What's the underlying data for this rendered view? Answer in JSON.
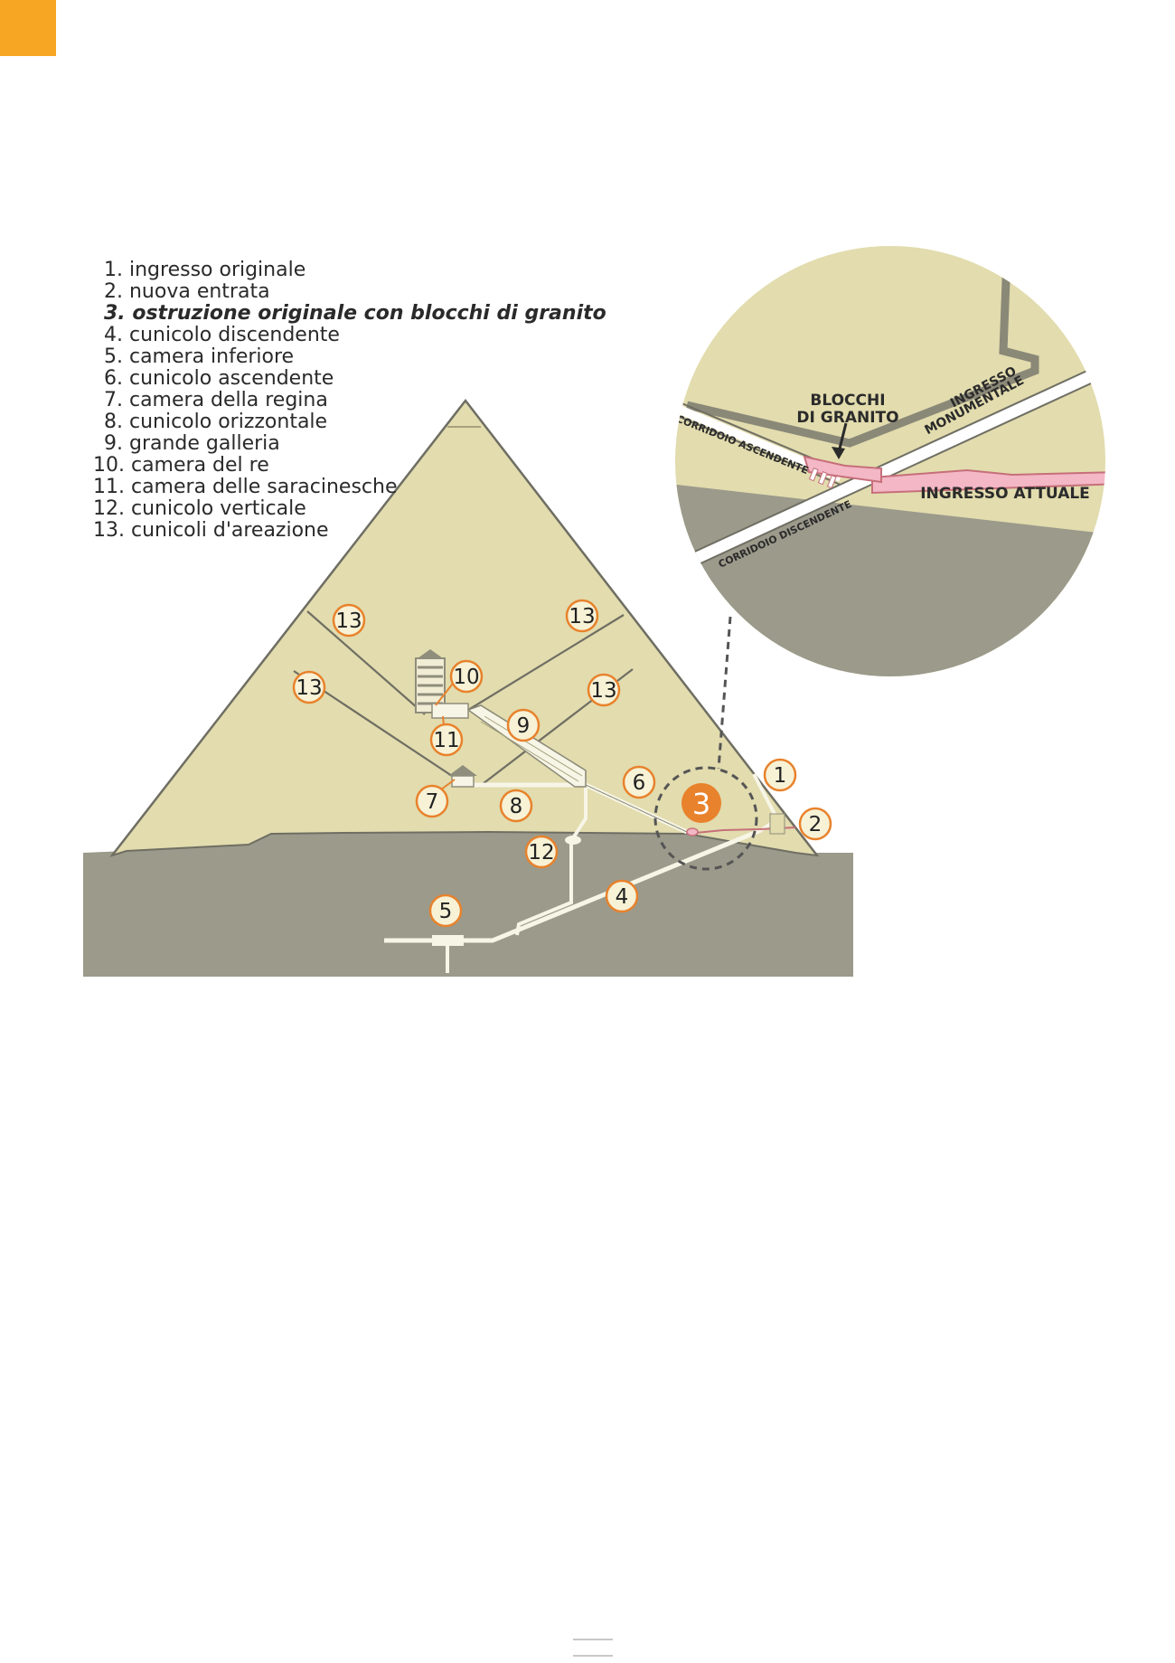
{
  "legend": [
    "1. ingresso originale",
    "2. nuova entrata",
    "3. ostruzione originale con blocchi di granito",
    "4. cunicolo discendente",
    "5. camera inferiore",
    "6. cunicolo ascendente",
    "7. camera della regina",
    "8. cunicolo orizzontale",
    "9. grande galleria",
    "10. camera del re",
    "11. camera delle saracinesche",
    "12. cunicolo verticale",
    "13. cunicoli d'areazione"
  ],
  "markers": {
    "m1": "1",
    "m2": "2",
    "m3": "3",
    "m4": "4",
    "m5": "5",
    "m6": "6",
    "m7": "7",
    "m8": "8",
    "m9": "9",
    "m10": "10",
    "m11": "11",
    "m12": "12",
    "m13": "13"
  },
  "inset": {
    "blocchi_line1": "BLOCCHI",
    "blocchi_line2": "DI GRANITO",
    "ingresso_line1": "INGRESSO",
    "ingresso_line2": "MONUMENTALE",
    "corridoio_ascendente": "CORRIDOIO ASCENDENTE",
    "ingresso_attuale": "INGRESSO ATTUALE",
    "corridoio_discendente": "CORRIDOIO DISCENDENTE"
  },
  "colors": {
    "accent": "#f6a623",
    "pyramid": "#e2dcae",
    "ground": "#9b9a8b",
    "marker_stroke": "#e8822c",
    "marker_fill": "#f7f2d6",
    "granite_pink": "#f3b7c6"
  }
}
